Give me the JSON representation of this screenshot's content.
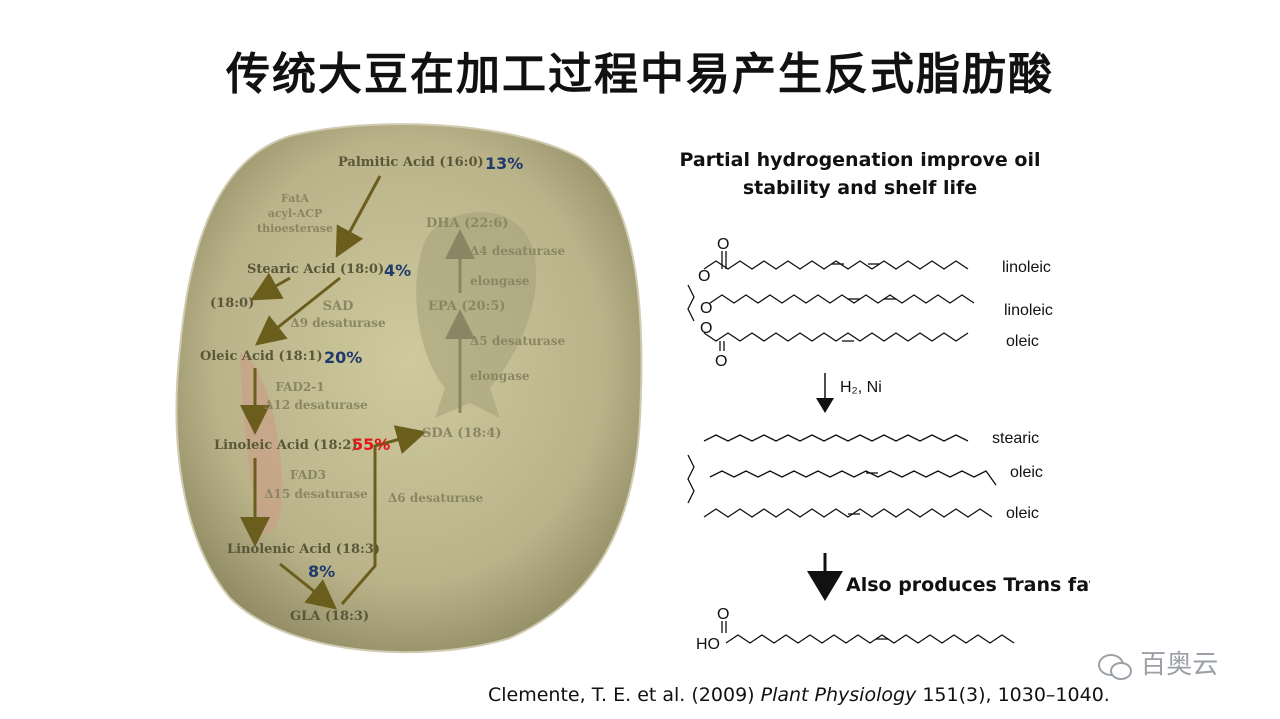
{
  "title": "传统大豆在加工过程中易产生反式脂肪酸",
  "pathway": {
    "palmitic": "Palmitic Acid (16:0)",
    "fata_1": "FatA",
    "fata_2": "acyl-ACP",
    "fata_3": "thioesterase",
    "stearic": "Stearic Acid (18:0)",
    "stearic_branch": "(18:0)",
    "sad_1": "SAD",
    "sad_2": "Δ9 desaturase",
    "oleic": "Oleic Acid (18:1)",
    "fad2_1": "FAD2-1",
    "fad2_2": "Δ12 desaturase",
    "linoleic": "Linoleic Acid (18:2)",
    "fad3_1": "FAD3",
    "fad3_2": "Δ15 desaturase",
    "linolenic": "Linolenic Acid (18:3)",
    "gla": "GLA (18:3)",
    "sda": "SDA (18:4)",
    "d6": "Δ6 desaturase",
    "elongase_1": "elongase",
    "d5": "Δ5 desaturase",
    "epa": "EPA (20:5)",
    "elongase_2": "elongase",
    "d4": "Δ4 desaturase",
    "dha": "DHA (22:6)"
  },
  "percentages": {
    "palmitic": "13%",
    "stearic": "4%",
    "oleic": "20%",
    "linoleic": "55%",
    "linolenic": "8%"
  },
  "chemistry": {
    "heading": "Partial hydrogenation improve oil stability and shelf life",
    "top_labels": [
      "linoleic",
      "linoleic",
      "oleic"
    ],
    "reagent": "H₂, Ni",
    "bottom_labels": [
      "stearic",
      "oleic",
      "oleic"
    ],
    "trans_note": "Also produces Trans fat",
    "atom_O": "O",
    "atom_HO": "HO"
  },
  "citation": {
    "authors": "Clemente, T. E. et al. (2009) ",
    "journal": "Plant Physiology",
    "rest": " 151(3), 1030–1040."
  },
  "watermark": "百奥云",
  "colors": {
    "bean": "#b8b288",
    "arrow": "#6b5e1c",
    "percent_blue": "#1f3a6b",
    "percent_red": "#e1171b"
  }
}
